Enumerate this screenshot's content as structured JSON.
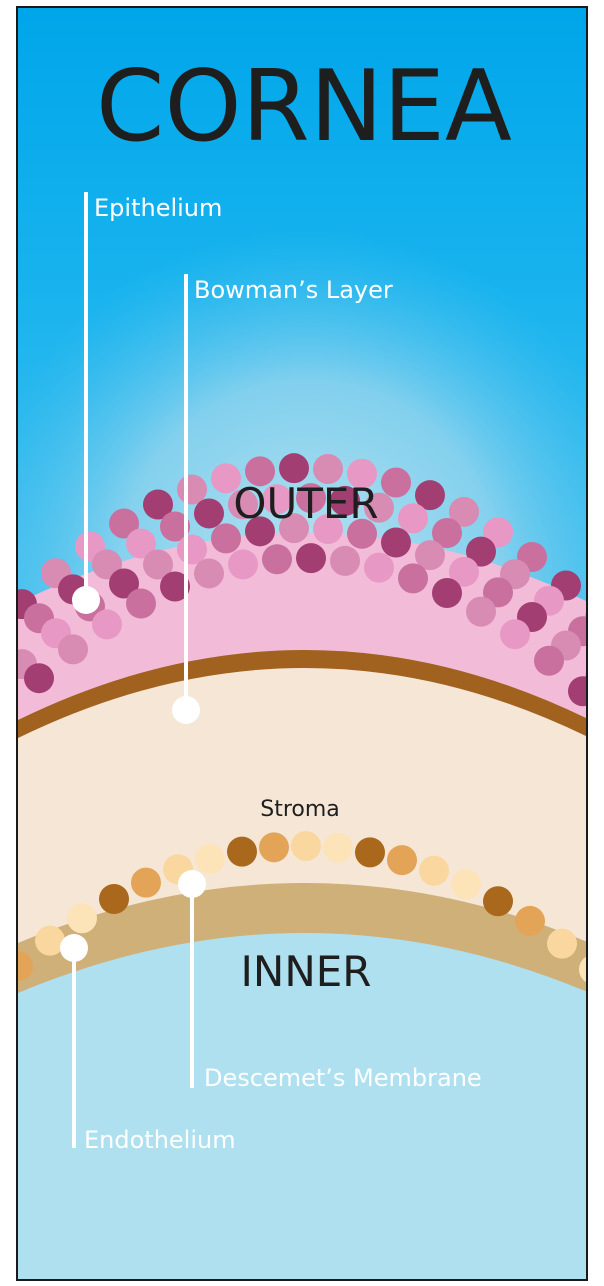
{
  "title": "CORNEA",
  "regions": {
    "outer": "OUTER",
    "inner": "INNER"
  },
  "layers": {
    "epithelium": "Epithelium",
    "bowmans_layer": "Bowman’s Layer",
    "stroma": "Stroma",
    "descemets_membrane": "Descemet’s Membrane",
    "endothelium": "Endothelium"
  },
  "colors": {
    "sky_top": "#00a8ec",
    "sky_glow": "#b3e0ee",
    "inner_fluid": "#aee0ef",
    "epithelium_band": "#f2bcd9",
    "bowman_band": "#a0621e",
    "stroma": "#f6e6d6",
    "endothelium_band": "#cfb079",
    "marker": "#ffffff",
    "title_text": "#1e1e1e"
  },
  "cell_palettes": {
    "epithelium": [
      "#a33e72",
      "#c9709e",
      "#e898c4",
      "#d88bb3"
    ],
    "endothelium": [
      "#a9681c",
      "#e3a458",
      "#fbd7a0",
      "#fde3b8"
    ]
  }
}
